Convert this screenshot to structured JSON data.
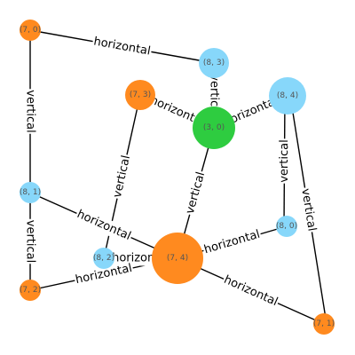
{
  "graph": {
    "colors": {
      "orange": "#ff8a1f",
      "light_blue": "#87d7fa",
      "green": "#2ecc40"
    },
    "nodes": [
      {
        "id": "n7_0",
        "label": "(7, 0)",
        "color": "orange"
      },
      {
        "id": "n8_3",
        "label": "(8, 3)",
        "color": "light_blue"
      },
      {
        "id": "n7_3",
        "label": "(7, 3)",
        "color": "orange"
      },
      {
        "id": "n3_0",
        "label": "(3, 0)",
        "color": "green"
      },
      {
        "id": "n8_4",
        "label": "(8, 4)",
        "color": "light_blue"
      },
      {
        "id": "n8_1",
        "label": "(8, 1)",
        "color": "light_blue"
      },
      {
        "id": "n8_0",
        "label": "(8, 0)",
        "color": "light_blue"
      },
      {
        "id": "n8_2",
        "label": "(8, 2)",
        "color": "light_blue"
      },
      {
        "id": "n7_4",
        "label": "(7, 4)",
        "color": "orange"
      },
      {
        "id": "n7_2",
        "label": "(7, 2)",
        "color": "orange"
      },
      {
        "id": "n7_1",
        "label": "(7, 1)",
        "color": "orange"
      }
    ],
    "edges": [
      {
        "source": "n7_0",
        "target": "n8_3",
        "label": "horizontal"
      },
      {
        "source": "n7_0",
        "target": "n8_1",
        "label": "vertical"
      },
      {
        "source": "n8_3",
        "target": "n3_0",
        "label": "vertical"
      },
      {
        "source": "n7_3",
        "target": "n3_0",
        "label": "horizontal"
      },
      {
        "source": "n7_3",
        "target": "n8_2",
        "label": "vertical"
      },
      {
        "source": "n3_0",
        "target": "n8_4",
        "label": "horizontal"
      },
      {
        "source": "n3_0",
        "target": "n7_4",
        "label": "vertical"
      },
      {
        "source": "n8_4",
        "target": "n8_0",
        "label": "vertical"
      },
      {
        "source": "n8_4",
        "target": "n7_1",
        "label": "vertical"
      },
      {
        "source": "n8_1",
        "target": "n7_4",
        "label": "horizontal"
      },
      {
        "source": "n8_1",
        "target": "n7_2",
        "label": "vertical"
      },
      {
        "source": "n8_0",
        "target": "n7_4",
        "label": "horizontal"
      },
      {
        "source": "n8_2",
        "target": "n7_4",
        "label": "horizontal"
      },
      {
        "source": "n7_2",
        "target": "n7_4",
        "label": "horizontal"
      },
      {
        "source": "n7_4",
        "target": "n7_1",
        "label": "horizontal"
      }
    ]
  }
}
